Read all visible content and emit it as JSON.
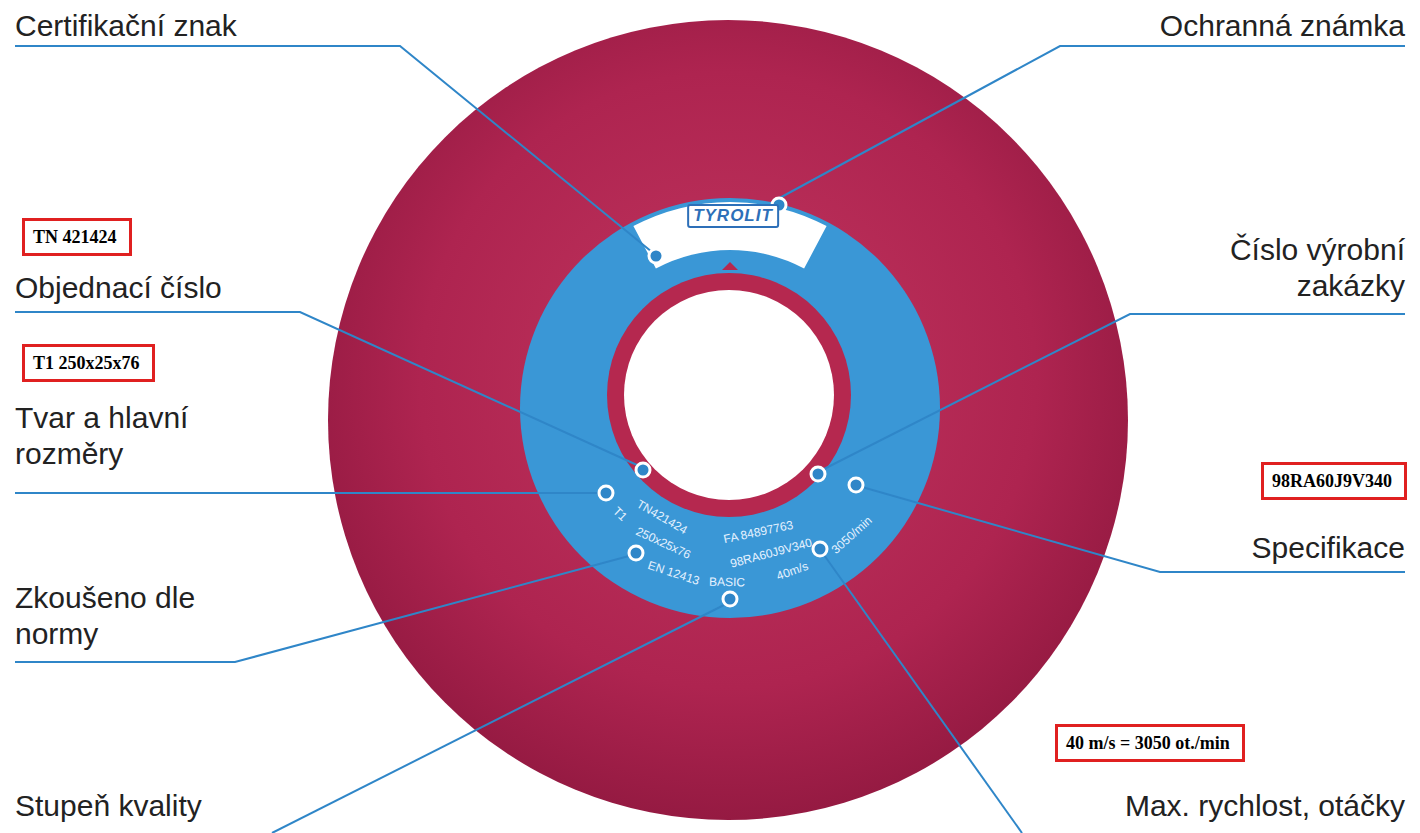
{
  "diagram": {
    "nodes": [
      {
        "text": [
          "TN 421424"
        ]
      },
      {
        "text": [
          "T1 250x25x76"
        ]
      },
      {
        "text": [
          "98RA60J9V340"
        ]
      },
      {
        "text": [
          "40 m/s = 3050 ot./min"
        ]
      }
    ],
    "labels": [
      "Certifikační znak",
      "Ochranná známka",
      "Objednací číslo",
      "Tvar a hlavní rozměry",
      "Číslo výrobní zakázky",
      "Specifikace",
      "Zkoušeno dle normy",
      "Stupeň kvality",
      "Max. rychlost, otáčky",
      "TYROLIT",
      "TN421424",
      "FA 84897763",
      "T1",
      "250x25x76",
      "98RA60J9V340",
      "EN 12413",
      "BASIC",
      "40m/s",
      "3050/min"
    ]
  }
}
